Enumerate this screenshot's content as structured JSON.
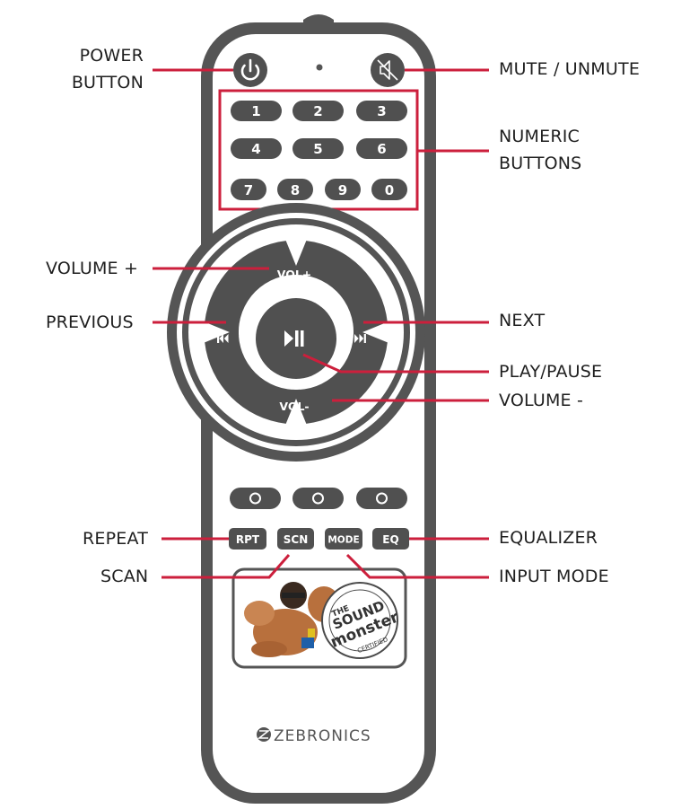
{
  "labels": {
    "power_line1": "POWER",
    "power_line2": "BUTTON",
    "mute": "MUTE / UNMUTE",
    "numeric_line1": "NUMERIC",
    "numeric_line2": "BUTTONS",
    "volume_plus": "VOLUME +",
    "previous": "PREVIOUS",
    "next": "NEXT",
    "play_pause": "PLAY/PAUSE",
    "volume_minus": "VOLUME -",
    "repeat": "REPEAT",
    "equalizer": "EQUALIZER",
    "scan": "SCAN",
    "input_mode": "INPUT MODE"
  },
  "keys": {
    "numbers": [
      "1",
      "2",
      "3",
      "4",
      "5",
      "6",
      "7",
      "8",
      "9",
      "0"
    ],
    "vol_plus": "VOL+",
    "vol_minus": "VOL-",
    "rpt": "RPT",
    "scn": "SCN",
    "mode": "MODE",
    "eq": "EQ"
  },
  "badge": {
    "the": "THE",
    "sound": "SOUND",
    "monster": "monster",
    "certified": "CERTIFIED"
  },
  "brand": "ZEBRONICS",
  "colors": {
    "remote_body": "#555555",
    "remote_face": "#ffffff",
    "button": "#505050",
    "callout_line": "#cc1f3c",
    "text": "#1f1f1f"
  },
  "icons": [
    "power-icon",
    "mute-icon",
    "play-pause-icon",
    "previous-icon",
    "next-icon",
    "zebronics-logo-icon"
  ]
}
